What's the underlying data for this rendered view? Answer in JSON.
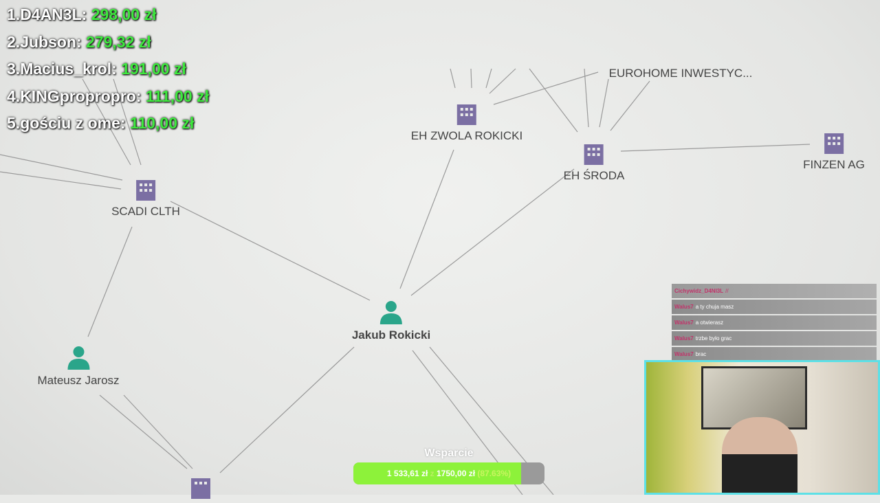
{
  "leaderboard": [
    {
      "rank": "1.",
      "name": "D4AN3L:",
      "amount": "298,00 zł"
    },
    {
      "rank": "2.",
      "name": "Jubson:",
      "amount": "279,32 zł"
    },
    {
      "rank": "3.",
      "name": "Macius_krol:",
      "amount": "191,00 zł"
    },
    {
      "rank": "4.",
      "name": "KINGpropropro:",
      "amount": "111,00 zł"
    },
    {
      "rank": "5.",
      "name": "gościu z ome:",
      "amount": "110,00 zł"
    }
  ],
  "graph": {
    "nodes": [
      {
        "label": "EUROHOME INWESTYC...",
        "type": "company"
      },
      {
        "label": "EH ZWOLA ROKICKI",
        "type": "company"
      },
      {
        "label": "EH ŚRODA",
        "type": "company"
      },
      {
        "label": "FINZEN AG",
        "type": "company"
      },
      {
        "label": "SCADI CLTH",
        "type": "company"
      },
      {
        "label": "Jakub Rokicki",
        "type": "person"
      },
      {
        "label": "Mateusz Jarosz",
        "type": "person"
      }
    ],
    "company_color": "#7b6fa3",
    "person_color": "#2aa58a"
  },
  "chat": {
    "header_user": "Cichywidz_D4NI3L",
    "messages": [
      {
        "user": "Walus7",
        "text": "a ty chuja masz"
      },
      {
        "user": "Walus7",
        "text": "a otwierasz"
      },
      {
        "user": "Walus7",
        "text": "trzbe było grac"
      },
      {
        "user": "Walus7",
        "text": "brac"
      }
    ]
  },
  "support": {
    "title": "Wsparcie",
    "current": "1 533,61 zł",
    "sep": "z",
    "goal": "1750,00 zł",
    "percent_label": "(87.63%)",
    "percent": 87.63
  }
}
